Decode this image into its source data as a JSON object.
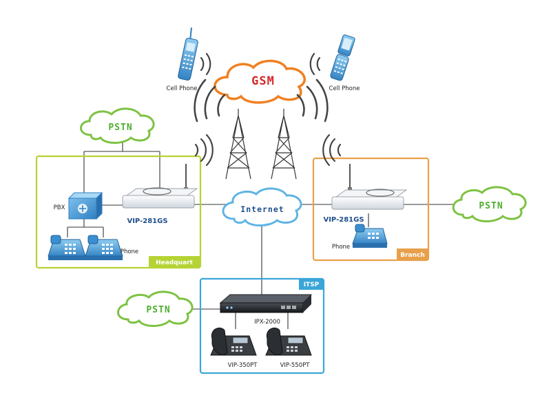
{
  "clouds": {
    "gsm": "GSM",
    "pstn_top": "PSTN",
    "internet": "Internet",
    "pstn_right": "PSTN",
    "pstn_bottom": "PSTN"
  },
  "devices": {
    "cell_phone_left": "Cell Phone",
    "cell_phone_right": "Cell Phone",
    "pbx": "PBX",
    "hq_gateway": "VIP-281GS",
    "hq_phone": "Phone",
    "branch_gateway": "VIP-281GS",
    "branch_phone": "Phone",
    "ipx": "IPX-2000",
    "phone_350": "VIP-350PT",
    "phone_550": "VIP-550PT"
  },
  "boxes": {
    "headquart": "Headquart",
    "branch": "Branch",
    "itsp": "ITSP"
  },
  "colors": {
    "headquart": "#b5d334",
    "branch": "#e8a04a",
    "itsp": "#3aa6d8",
    "gsm_outline": "#f08020",
    "gsm_text": "#d62828",
    "pstn_outline": "#7dc242",
    "pstn_text": "#4fae2e",
    "internet_outline": "#5fb4e4",
    "internet_text": "#1f4e8c"
  }
}
